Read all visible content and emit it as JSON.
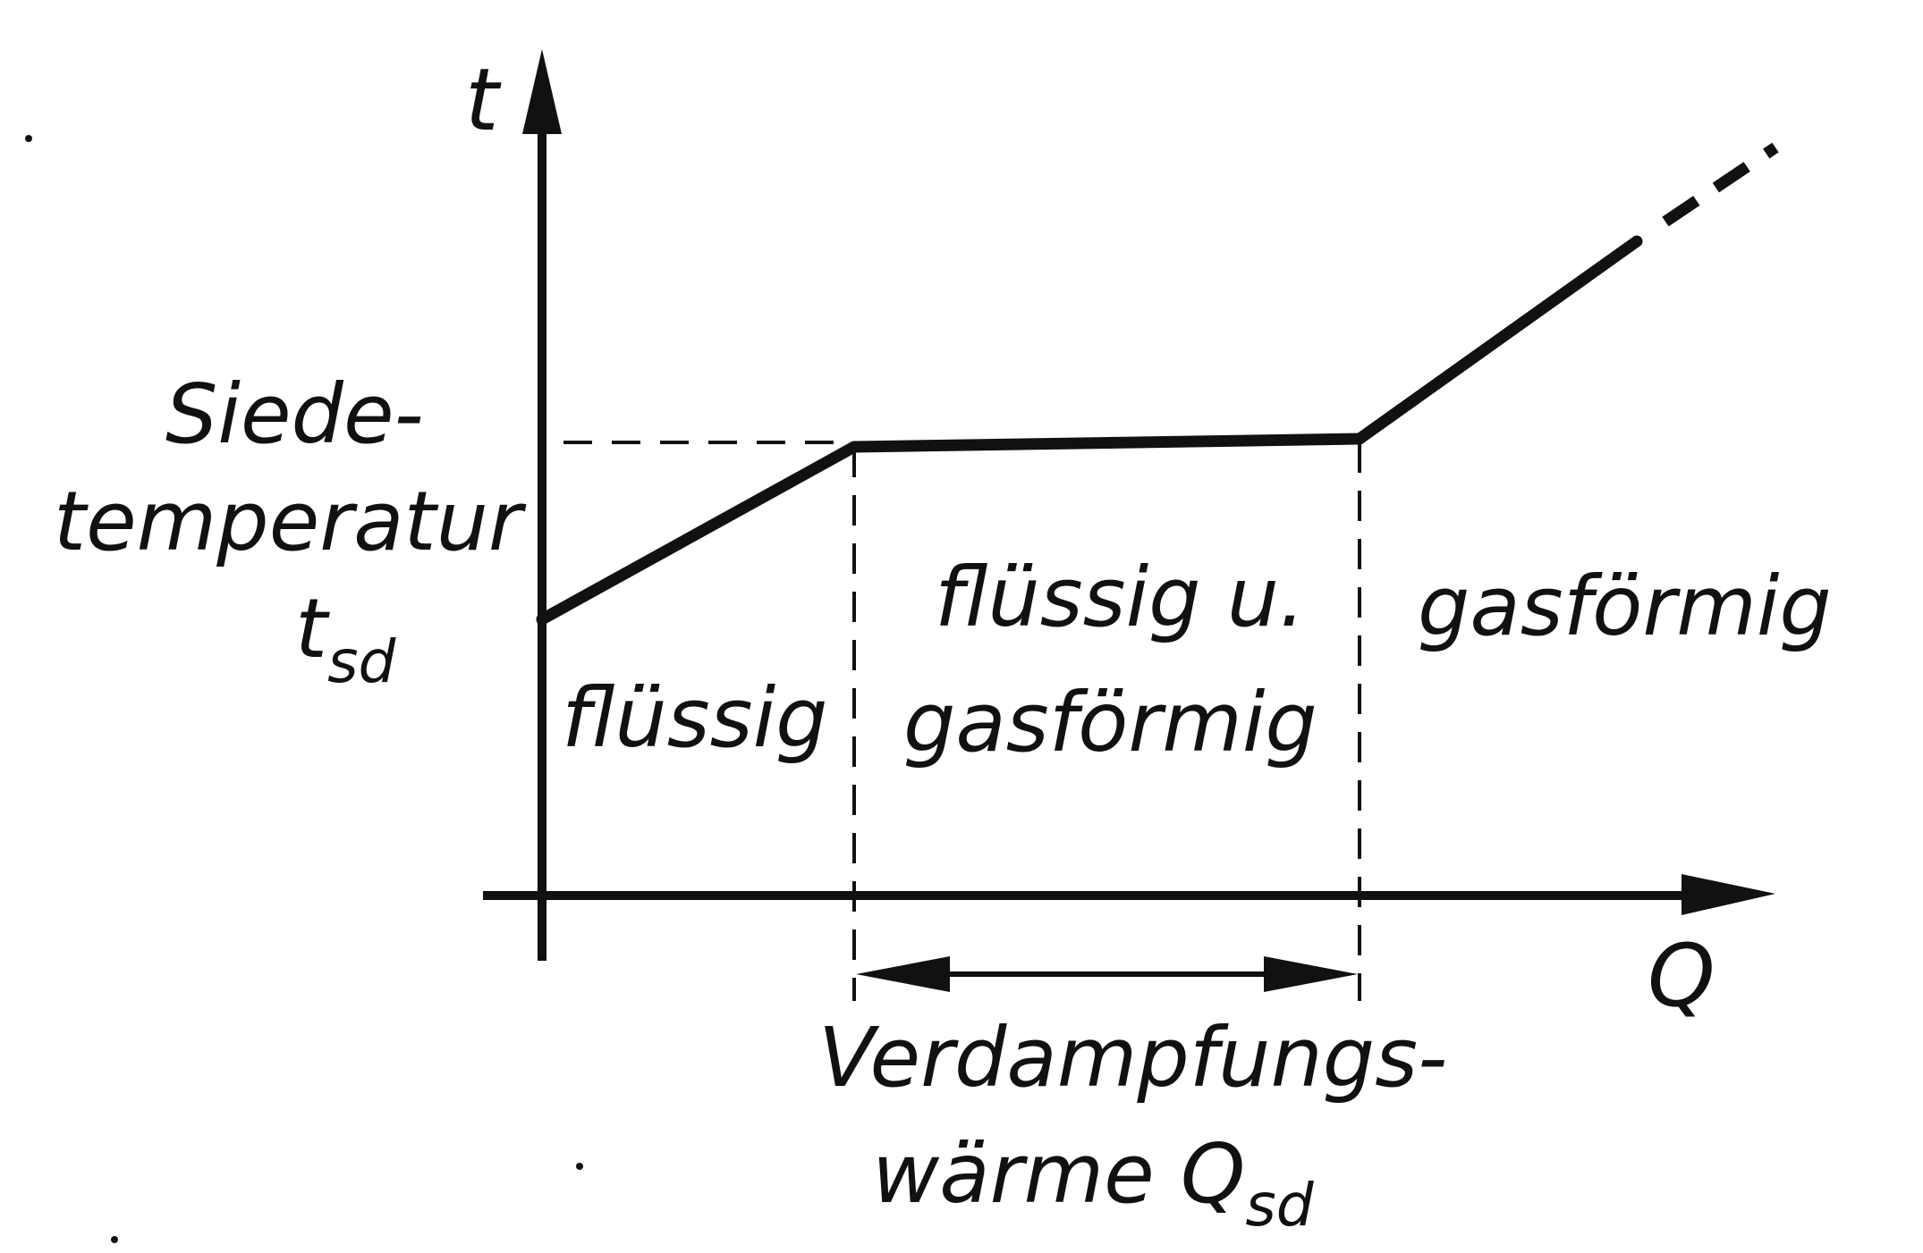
{
  "colors": {
    "ink": "#111111",
    "background": "#ffffff"
  },
  "axes": {
    "y_label": "t",
    "x_label": "Q"
  },
  "boiling_label": {
    "line1": "Siede-",
    "line2": "temperatur",
    "symbol": "t",
    "symbol_sub": "sd"
  },
  "regions": {
    "liquid": "flüssig",
    "mixed_line1": "flüssig u.",
    "mixed_line2": "gasförmig",
    "gas": "gasförmig"
  },
  "heat_label": {
    "line1": "Verdampfungs-",
    "line2_prefix": "wärme Q",
    "line2_sub": "sd"
  }
}
